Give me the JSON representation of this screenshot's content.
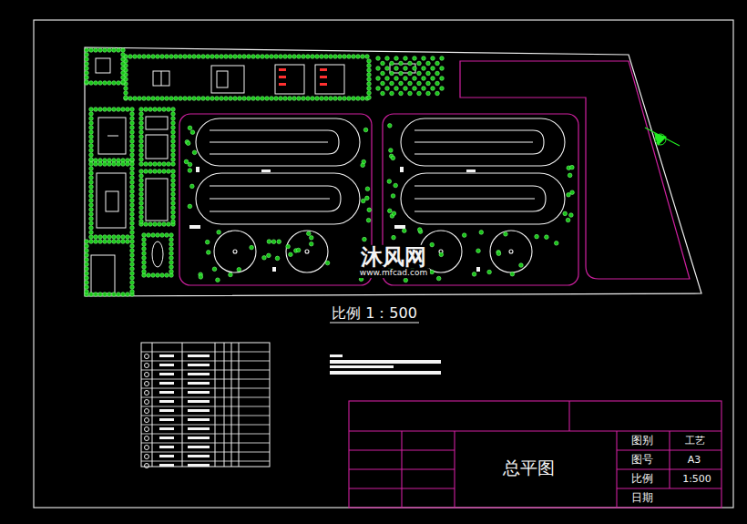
{
  "diagram": {
    "title": "总平图",
    "caption": "比例 1：500",
    "labels": [
      "图别",
      "工艺",
      "图号",
      "A3",
      "比例",
      "1:500",
      "日期",
      "沐风网",
      "www.mfcad.com"
    ]
  }
}
